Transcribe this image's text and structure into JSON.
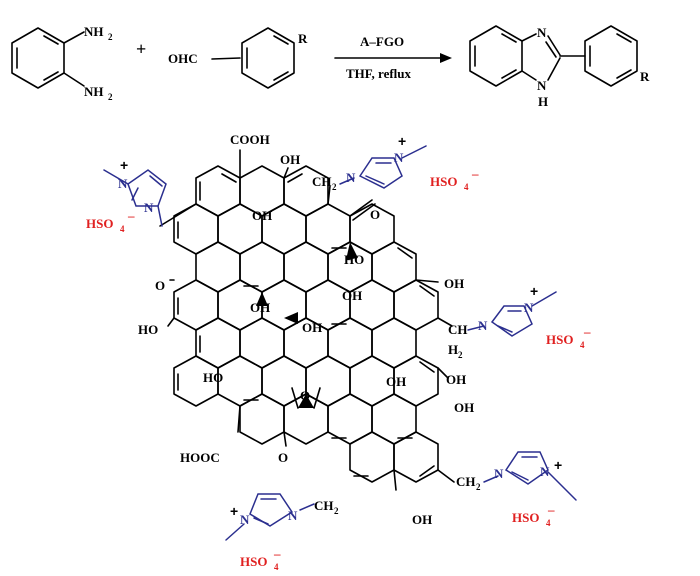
{
  "reaction": {
    "plus": "+",
    "diamine_nh2_top": "NH",
    "diamine_nh2_top_sub": "2",
    "diamine_nh2_bottom": "NH",
    "diamine_nh2_bottom_sub": "2",
    "aldehyde_group": "OHC",
    "aldehyde_r": "R",
    "catalyst": "A–FGO",
    "conditions": "THF, reflux",
    "product_n_top": "N",
    "product_n_bottom": "N",
    "product_h": "H",
    "product_r": "R"
  },
  "structure": {
    "cooh_top": "COOH",
    "hooc_bottom": "HOOC",
    "oh": "OH",
    "ho": "HO",
    "o": "O",
    "ch2": "CH",
    "h2": "H",
    "sub2": "2",
    "n_plus": "N",
    "n_plain": "N",
    "plus": "+",
    "hso4": "HSO",
    "hso4_sub": "4",
    "minus": "–"
  },
  "colors": {
    "bond": "#000000",
    "imidazolium": "#2b2f8f",
    "counterion": "#e02020"
  }
}
